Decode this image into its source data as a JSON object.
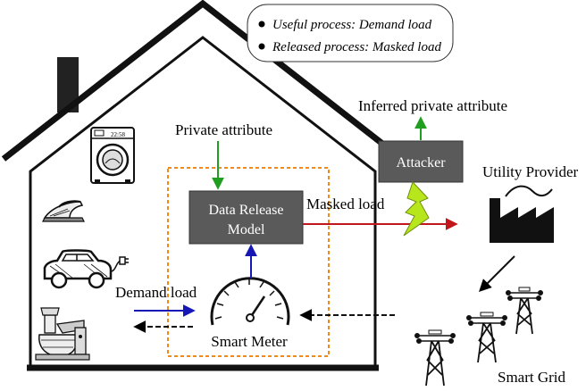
{
  "legend": {
    "useful": "Useful process: Demand load",
    "released": "Released process: Masked load"
  },
  "labels": {
    "private_attribute": "Private attribute",
    "inferred_private_attribute": "Inferred private attribute",
    "attacker": "Attacker",
    "utility_provider": "Utility Provider",
    "data_release_line1": "Data Release",
    "data_release_line2": "Model",
    "masked_load": "Masked load",
    "demand_load": "Demand load",
    "smart_meter": "Smart Meter",
    "smart_grid": "Smart Grid",
    "washer_display": "22:58"
  },
  "colors": {
    "box_fill": "#5a5a5a",
    "green_arrow": "#1f9e1f",
    "red_arrow": "#c0161c",
    "blue_arrow": "#1717b5",
    "dashed_region": "#f08a1c",
    "lightning": "#b6e61b"
  },
  "icons": [
    "washing-machine-icon",
    "iron-icon",
    "electric-car-icon",
    "stand-mixer-icon",
    "smart-meter-gauge-icon",
    "factory-icon",
    "transmission-tower-icon",
    "lightning-icon"
  ]
}
